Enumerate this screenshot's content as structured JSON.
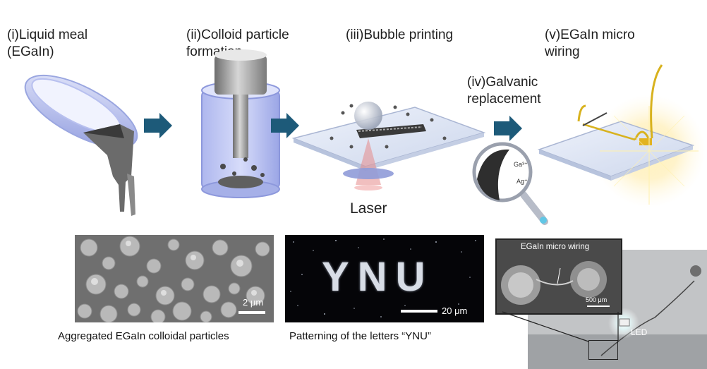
{
  "steps": {
    "s1": "(i)Liquid meal\n(EGaIn)",
    "s2": "(ii)Colloid particle\nformation",
    "s3": "(iii)Bubble printing",
    "s4": "(iv)Galvanic\nreplacement",
    "s5": "(v)EGaIn micro\nwiring"
  },
  "illustration": {
    "laser_label": "Laser",
    "ion_ga": "Ga³⁺",
    "ion_ag": "Ag⁺"
  },
  "panels": {
    "sem": {
      "scale": "2 μm",
      "caption": "Aggregated EGaIn colloidal particles"
    },
    "letters": {
      "text": "YNU",
      "scale": "20 μm",
      "caption": "Patterning of the letters “YNU”"
    },
    "photo": {
      "inset_title": "EGaIn micro wiring",
      "inset_scale": "500 μm",
      "led_label": "LED"
    }
  },
  "colors": {
    "arrow": "#1d5a79",
    "accent_blue": "#7f8fd8",
    "label_blue": "#1e3a6e"
  }
}
